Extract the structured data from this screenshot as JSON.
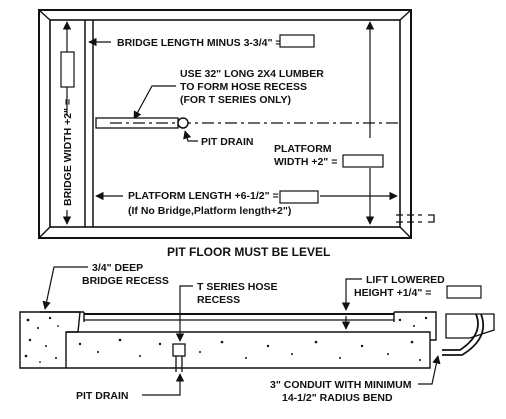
{
  "labels": {
    "bridge_length_minus": "BRIDGE LENGTH MINUS 3-3/4\" =",
    "use_lumber_1": "USE 32\" LONG 2X4 LUMBER",
    "use_lumber_2": "TO FORM HOSE RECESS",
    "use_lumber_3": "(FOR T SERIES ONLY)",
    "pit_drain_top": "PIT DRAIN",
    "bridge_width": "BRIDGE WIDTH +2\" =",
    "platform_width_1": "PLATFORM",
    "platform_width_2": "WIDTH +2\" =",
    "platform_length_1": "PLATFORM LENGTH +6-1/2\" =",
    "platform_length_2": "(If No Bridge,Platform length+2\")",
    "pit_floor": "PIT FLOOR MUST BE LEVEL",
    "bridge_recess_1": "3/4\" DEEP",
    "bridge_recess_2": "BRIDGE RECESS",
    "hose_recess_1": "T SERIES HOSE",
    "hose_recess_2": "RECESS",
    "lift_lowered_1": "LIFT LOWERED",
    "lift_lowered_2": "HEIGHT +1/4\" =",
    "pit_drain_bottom": "PIT DRAIN",
    "conduit_1": "3\" CONDUIT WITH MINIMUM",
    "conduit_2": "14-1/2\" RADIUS BEND"
  },
  "colors": {
    "line": "#111111",
    "concrete_fill": "#ffffff",
    "background": "#ffffff"
  }
}
